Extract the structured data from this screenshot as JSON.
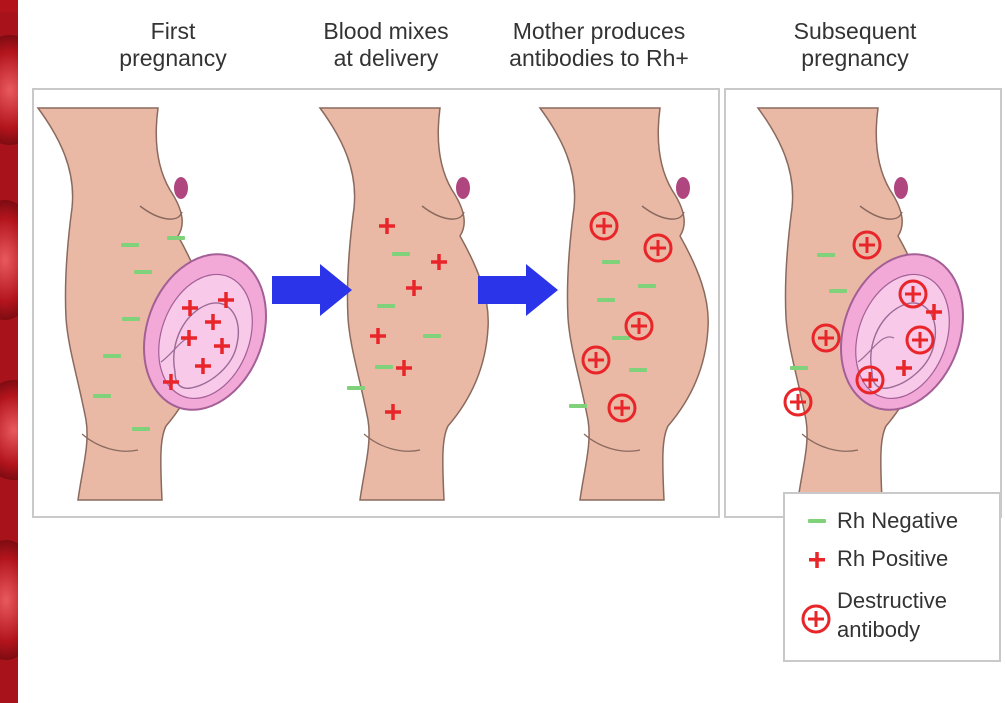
{
  "colors": {
    "skin": "#e9b9a6",
    "skin_outline": "#8a6a5e",
    "womb": "#f2a9d8",
    "womb_outline": "#a35f96",
    "negative": "#7fd27a",
    "positive": "#e8262a",
    "arrow": "#2b34e8",
    "nipple": "#b0467f",
    "background_edge": "#b3141c"
  },
  "captions": {
    "stage1": [
      "First",
      "pregnancy"
    ],
    "stage2": [
      "Blood mixes",
      "at delivery"
    ],
    "stage3": [
      "Mother produces",
      "antibodies to Rh+"
    ],
    "stage4": [
      "Subsequent",
      "pregnancy"
    ]
  },
  "legend": {
    "negative": "Rh Negative",
    "positive": "Rh Positive",
    "antibody": [
      "Destructive",
      "antibody"
    ]
  },
  "icons": {
    "negative": "minus-sign-icon",
    "positive": "plus-sign-icon",
    "antibody": "circled-plus-icon",
    "arrow": "right-arrow-icon"
  }
}
